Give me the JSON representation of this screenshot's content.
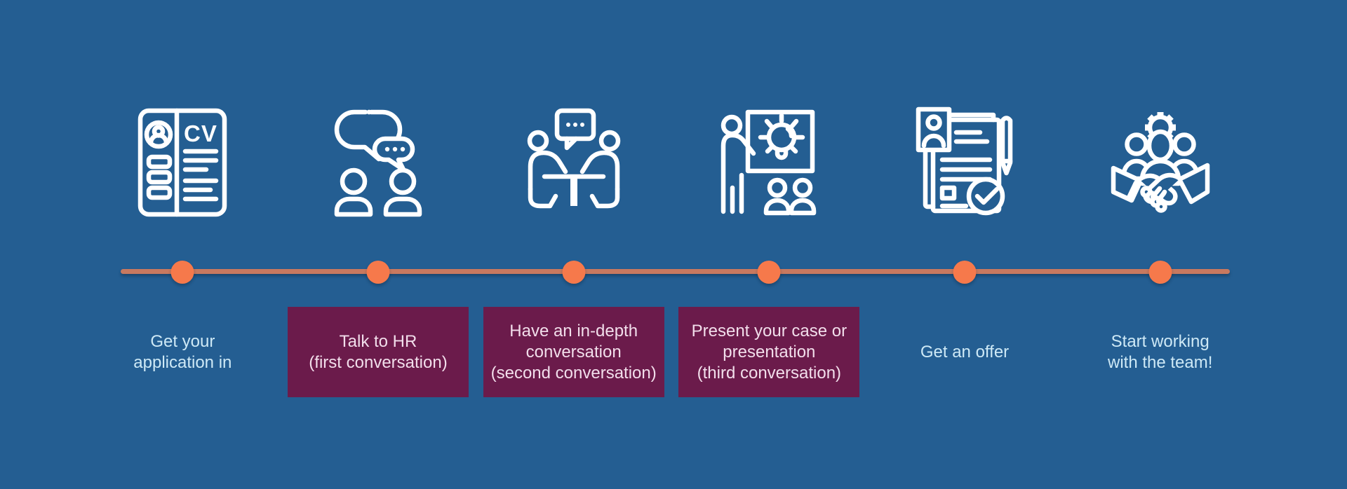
{
  "colors": {
    "background": "#245E92",
    "timeline_line": "#C8795F",
    "timeline_dot": "#F6794B",
    "highlight_box": "#6B1B4B",
    "box_text": "#F2DEEB",
    "label_text": "#CEE9F6",
    "icon_stroke": "#FFFFFF"
  },
  "icons": {
    "cv_label": "CV"
  },
  "timeline": {
    "steps": [
      {
        "icon": "cv-document-icon",
        "label": "Get your\napplication in",
        "highlighted": false
      },
      {
        "icon": "chat-bubbles-people-icon",
        "label": "Talk to HR\n(first conversation)",
        "highlighted": true
      },
      {
        "icon": "interview-table-icon",
        "label": "Have an in-depth\nconversation\n(second conversation)",
        "highlighted": true
      },
      {
        "icon": "presentation-lightbulb-icon",
        "label": "Present your case or\npresentation\n(third conversation)",
        "highlighted": true
      },
      {
        "icon": "offer-contract-icon",
        "label": "Get an offer",
        "highlighted": false
      },
      {
        "icon": "team-handshake-icon",
        "label": "Start working\nwith the team!",
        "highlighted": false
      }
    ]
  }
}
